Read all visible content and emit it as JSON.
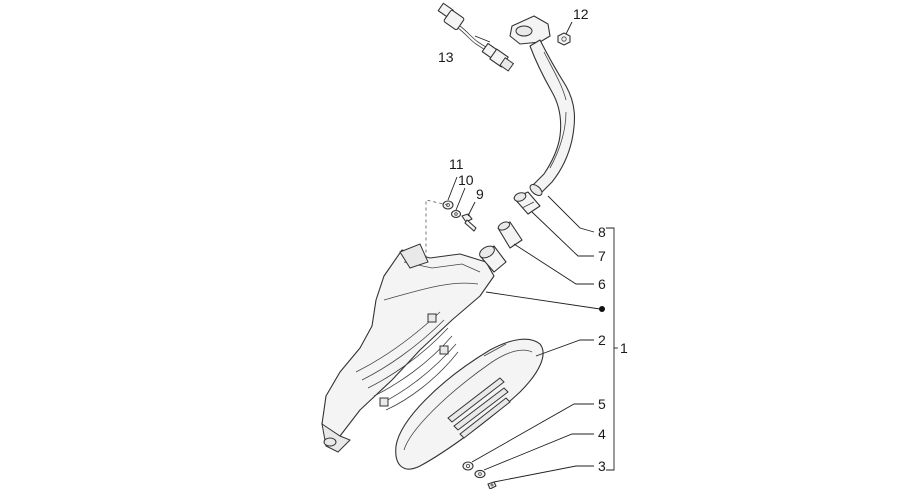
{
  "callouts": [
    {
      "id": "1",
      "text": "1"
    },
    {
      "id": "2",
      "text": "2"
    },
    {
      "id": "3",
      "text": "3"
    },
    {
      "id": "4",
      "text": "4"
    },
    {
      "id": "5",
      "text": "5"
    },
    {
      "id": "6",
      "text": "6"
    },
    {
      "id": "7",
      "text": "7"
    },
    {
      "id": "8",
      "text": "8"
    },
    {
      "id": "9",
      "text": "9"
    },
    {
      "id": "10",
      "text": "10"
    },
    {
      "id": "11",
      "text": "11"
    },
    {
      "id": "12",
      "text": "12"
    },
    {
      "id": "13",
      "text": "13"
    }
  ],
  "colors": {
    "line": "#333333",
    "part_fill": "#f4f4f4",
    "background": "#ffffff"
  }
}
